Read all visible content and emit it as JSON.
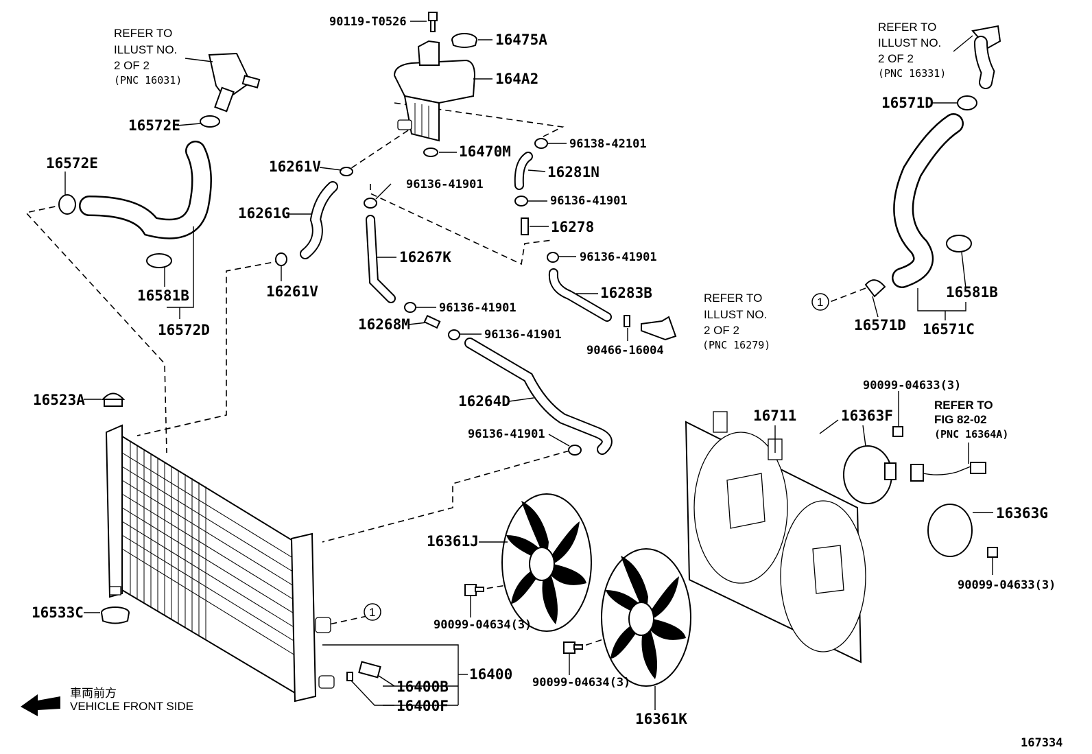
{
  "labels": {
    "l0": "90119-T0526",
    "l1": "16475A",
    "l2": "164A2",
    "l3": "16470M",
    "l4": "96138-42101",
    "l5": "16281N",
    "l6": "96136-41901",
    "l7": "16278",
    "l8": "96136-41901",
    "l9": "16283B",
    "l10": "90466-16004",
    "l11": "16261V",
    "l12": "16261G",
    "l13": "16261V",
    "l14": "96136-41901",
    "l15": "16267K",
    "l16": "96136-41901",
    "l17": "16268M",
    "l18": "96136-41901",
    "l19": "16264D",
    "l20": "96136-41901",
    "l21": "16572E",
    "l22": "16572E",
    "l23": "16581B",
    "l24": "16572D",
    "l25": "16523A",
    "l26": "16533C",
    "l27": "16571D",
    "l28": "16581B",
    "l29": "16571D",
    "l30": "16571C",
    "l31": "90099-04633(3)",
    "l32": "16711",
    "l33": "16363F",
    "l34": "16363G",
    "l35": "90099-04633(3)",
    "l36": "16361J",
    "l37": "90099-04634(3)",
    "l38": "90099-04634(3)",
    "l39": "16361K",
    "l40": "16400",
    "l41": "16400B",
    "l42": "16400F"
  },
  "notes": {
    "n0": {
      "line1": "REFER TO",
      "line2": "ILLUST NO.",
      "line3": "2 OF 2",
      "line4": "(PNC 16031)"
    },
    "n1": {
      "line1": "REFER TO",
      "line2": "ILLUST NO.",
      "line3": "2 OF 2",
      "line4": "(PNC 16331)"
    },
    "n2": {
      "line1": "REFER TO",
      "line2": "ILLUST NO.",
      "line3": "2 OF 2",
      "line4": "(PNC 16279)"
    },
    "n3": {
      "line1": "REFER TO",
      "line2": "FIG 82-02",
      "line3": "(PNC 16364A)"
    }
  },
  "markers": [
    {
      "label": "1"
    },
    {
      "label": "1"
    }
  ],
  "front_indicator": {
    "japanese": "車両前方",
    "english": "VEHICLE FRONT SIDE",
    "icon": "arrow-left-icon"
  },
  "illustration_id": "167334"
}
